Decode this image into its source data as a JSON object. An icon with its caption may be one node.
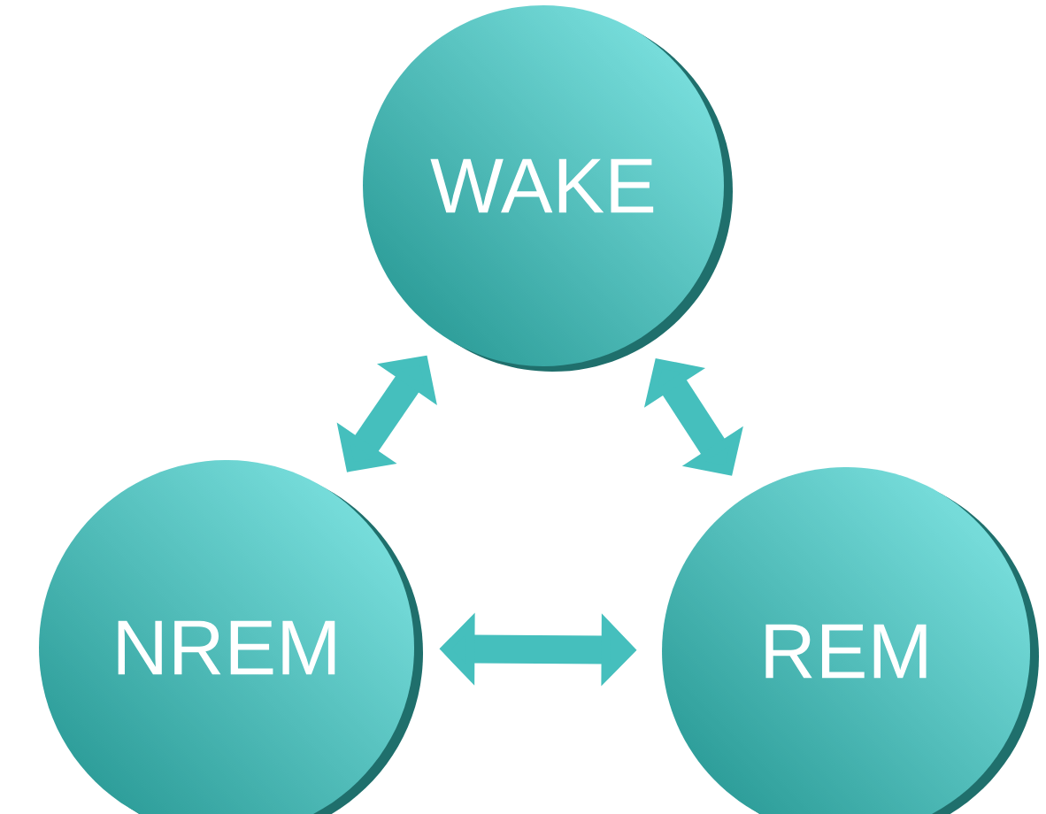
{
  "diagram": {
    "nodes": [
      {
        "text": [
          "WAKE"
        ]
      },
      {
        "text": [
          "NREM"
        ]
      },
      {
        "text": [
          "REM"
        ]
      }
    ],
    "edges": [
      {
        "from": 0,
        "to": 1,
        "arrow": "both"
      },
      {
        "from": 0,
        "to": 2,
        "arrow": "both"
      },
      {
        "from": 1,
        "to": 2,
        "arrow": "both"
      }
    ]
  }
}
